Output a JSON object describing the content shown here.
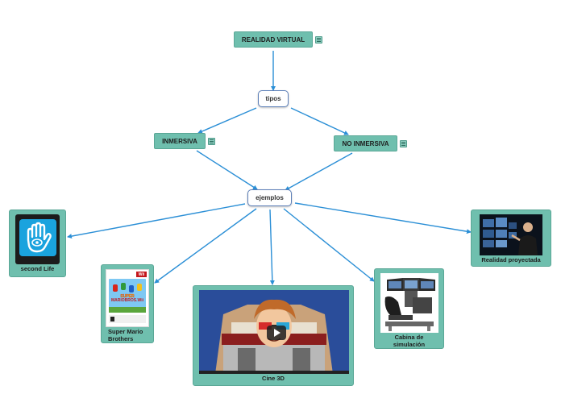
{
  "nodes": {
    "realidad_virtual": "REALIDAD VIRTUAL",
    "tipos": "tipos",
    "inmersiva": "INMERSIVA",
    "no_inmersiva": "NO INMERSIVA",
    "ejemplos": "ejemplos"
  },
  "examples": {
    "second_life": "second Life",
    "super_mario": "Super Mario Brothers",
    "cine_3d": "Cine 3D",
    "cabina": "Cabina de simulación",
    "realidad_proyectada": "Realidad proyectada"
  },
  "mario_box": {
    "wii_badge": "Wii",
    "title_line1": "SUPER",
    "title_line2": "MARIOBROS.Wii"
  },
  "colors": {
    "node_fill": "#6fbfae",
    "connector": "#2b8fd6",
    "white_node_border": "#5c7fb8"
  }
}
